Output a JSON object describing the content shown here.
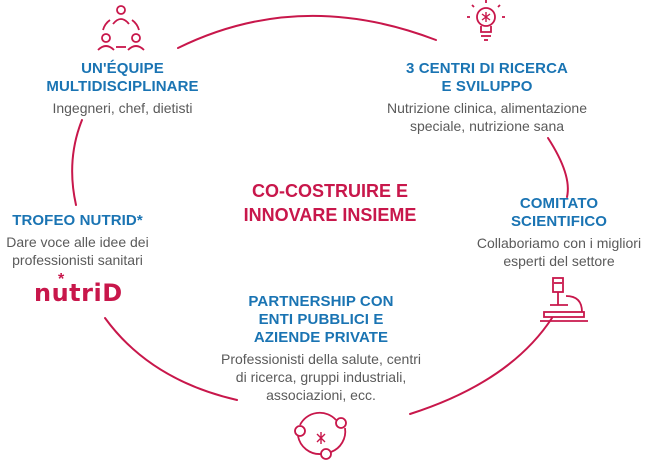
{
  "center": {
    "title_lines": [
      "CO-COSTRUIRE E",
      "INNOVARE INSIEME"
    ]
  },
  "nodes": {
    "team": {
      "title_lines": [
        "UN'ÉQUIPE",
        "MULTIDISCIPLINARE"
      ],
      "desc_lines": [
        "Ingegneri, chef, dietisti"
      ],
      "icon": "people-group-icon"
    },
    "research": {
      "title_lines": [
        "3 CENTRI DI RICERCA",
        "E SVILUPPO"
      ],
      "desc_lines": [
        "Nutrizione clinica, alimentazione",
        "speciale, nutrizione sana"
      ],
      "icon": "lightbulb-icon"
    },
    "committee": {
      "title_lines": [
        "COMITATO",
        "SCIENTIFICO"
      ],
      "desc_lines": [
        "Collaboriamo con i migliori",
        "esperti del settore"
      ],
      "icon": "microscope-icon"
    },
    "partnership": {
      "title_lines": [
        "PARTNERSHIP CON",
        "ENTI PUBBLICI E",
        "AZIENDE PRIVATE"
      ],
      "desc_lines": [
        "Professionisti della salute, centri",
        "di ricerca, gruppi industriali,",
        "associazioni, ecc."
      ],
      "icon": "network-nodes-icon"
    },
    "trophy": {
      "title_lines": [
        "TROFEO NUTRID*"
      ],
      "desc_lines": [
        "Dare voce alle idee dei",
        "professionisti sanitari"
      ],
      "logo_text": "nutriD",
      "logo_star": "*"
    }
  },
  "colors": {
    "accent": "#c8174b",
    "title": "#1a74b3",
    "text": "#5a5a5a"
  }
}
